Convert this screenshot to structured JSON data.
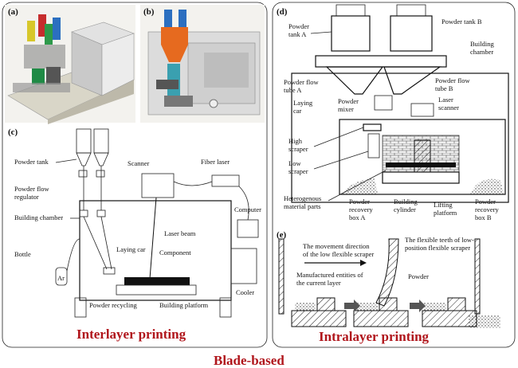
{
  "panels": {
    "a": {
      "letter": "(a)"
    },
    "b": {
      "letter": "(b)"
    },
    "c": {
      "letter": "(c)",
      "labels": {
        "powder_tank": "Powder tank",
        "flow_regulator_1": "Powder flow",
        "flow_regulator_2": "regulator",
        "building_chamber": "Building chamber",
        "bottle": "Bottle",
        "scanner": "Scanner",
        "fiber_laser": "Fiber laser",
        "computer": "Computer",
        "laser_beam": "Laser beam",
        "laying_car": "Laying car",
        "component": "Component",
        "cooler": "Cooler",
        "powder_recycling": "Powder recycling",
        "building_platform": "Building platform",
        "ar": "Ar"
      },
      "caption": "Interlayer printing"
    },
    "d": {
      "letter": "(d)",
      "labels": {
        "tank_a_1": "Powder",
        "tank_a_2": "tank A",
        "tank_b": "Powder tank B",
        "chamber_1": "Building",
        "chamber_2": "chamber",
        "flow_a_1": "Powder flow",
        "flow_a_2": "tube A",
        "flow_b_1": "Powder flow",
        "flow_b_2": "tube B",
        "laying_1": "Laying",
        "laying_2": "car",
        "mixer_1": "Powder",
        "mixer_2": "mixer",
        "scanner_1": "Laser",
        "scanner_2": "scanner",
        "high_1": "High",
        "high_2": "scraper",
        "low_1": "Low",
        "low_2": "scraper",
        "hetero_1": "Heterogenous",
        "hetero_2": "material parts",
        "box_a_1": "Powder",
        "box_a_2": "recovery",
        "box_a_3": "box A",
        "cyl_1": "Building",
        "cyl_2": "cylinder",
        "lift_1": "Lifting",
        "lift_2": "platform",
        "box_b_1": "Powder",
        "box_b_2": "recovery",
        "box_b_3": "box B"
      }
    },
    "e": {
      "letter": "(e)",
      "labels": {
        "movement_1": "The movement direction",
        "movement_2": "of the low flexible scraper",
        "manufactured_1": "Manufactured entities of",
        "manufactured_2": "the current layer",
        "flex_1": "The flexible teeth of low-",
        "flex_2": "position flexible scraper",
        "powder": "Powder"
      },
      "caption": "Intralayer printing"
    }
  },
  "footer": "Blade-based"
}
